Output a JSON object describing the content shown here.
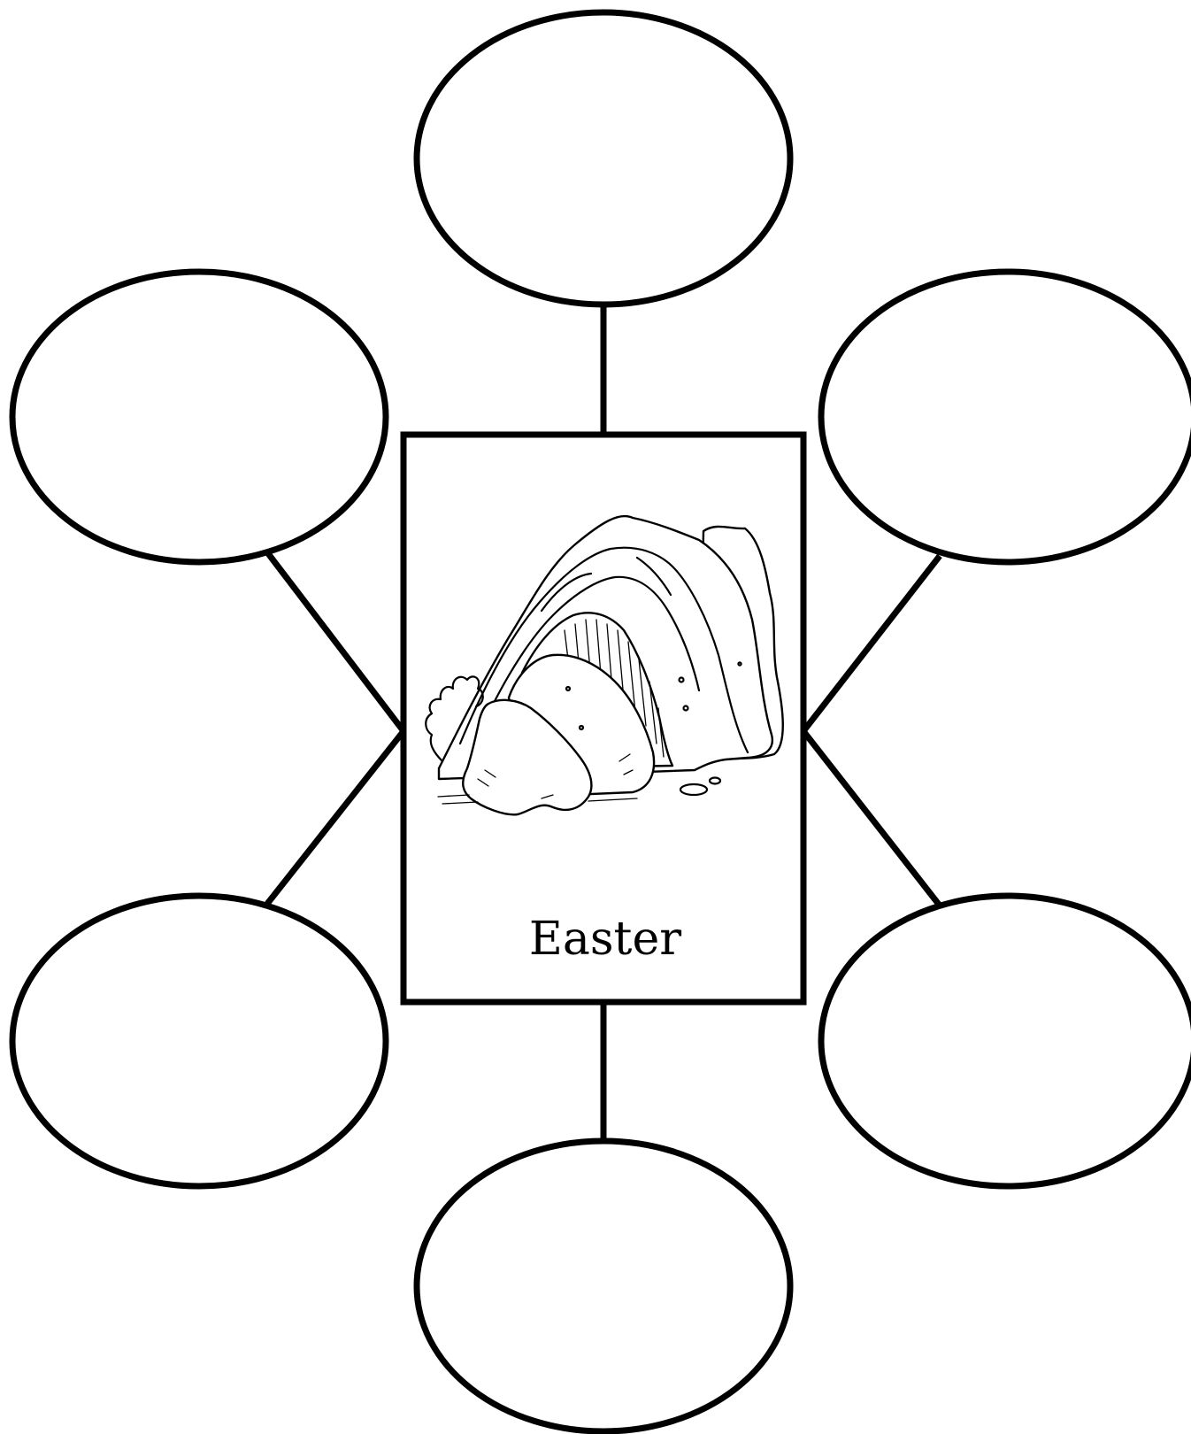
{
  "center": {
    "label": "Easter",
    "illustration": "empty-tomb-icon"
  },
  "bubbles": [
    {
      "id": "top",
      "text": ""
    },
    {
      "id": "upper-left",
      "text": ""
    },
    {
      "id": "upper-right",
      "text": ""
    },
    {
      "id": "lower-left",
      "text": ""
    },
    {
      "id": "lower-right",
      "text": ""
    },
    {
      "id": "bottom",
      "text": ""
    }
  ],
  "colors": {
    "stroke": "#000000",
    "background": "#ffffff"
  }
}
